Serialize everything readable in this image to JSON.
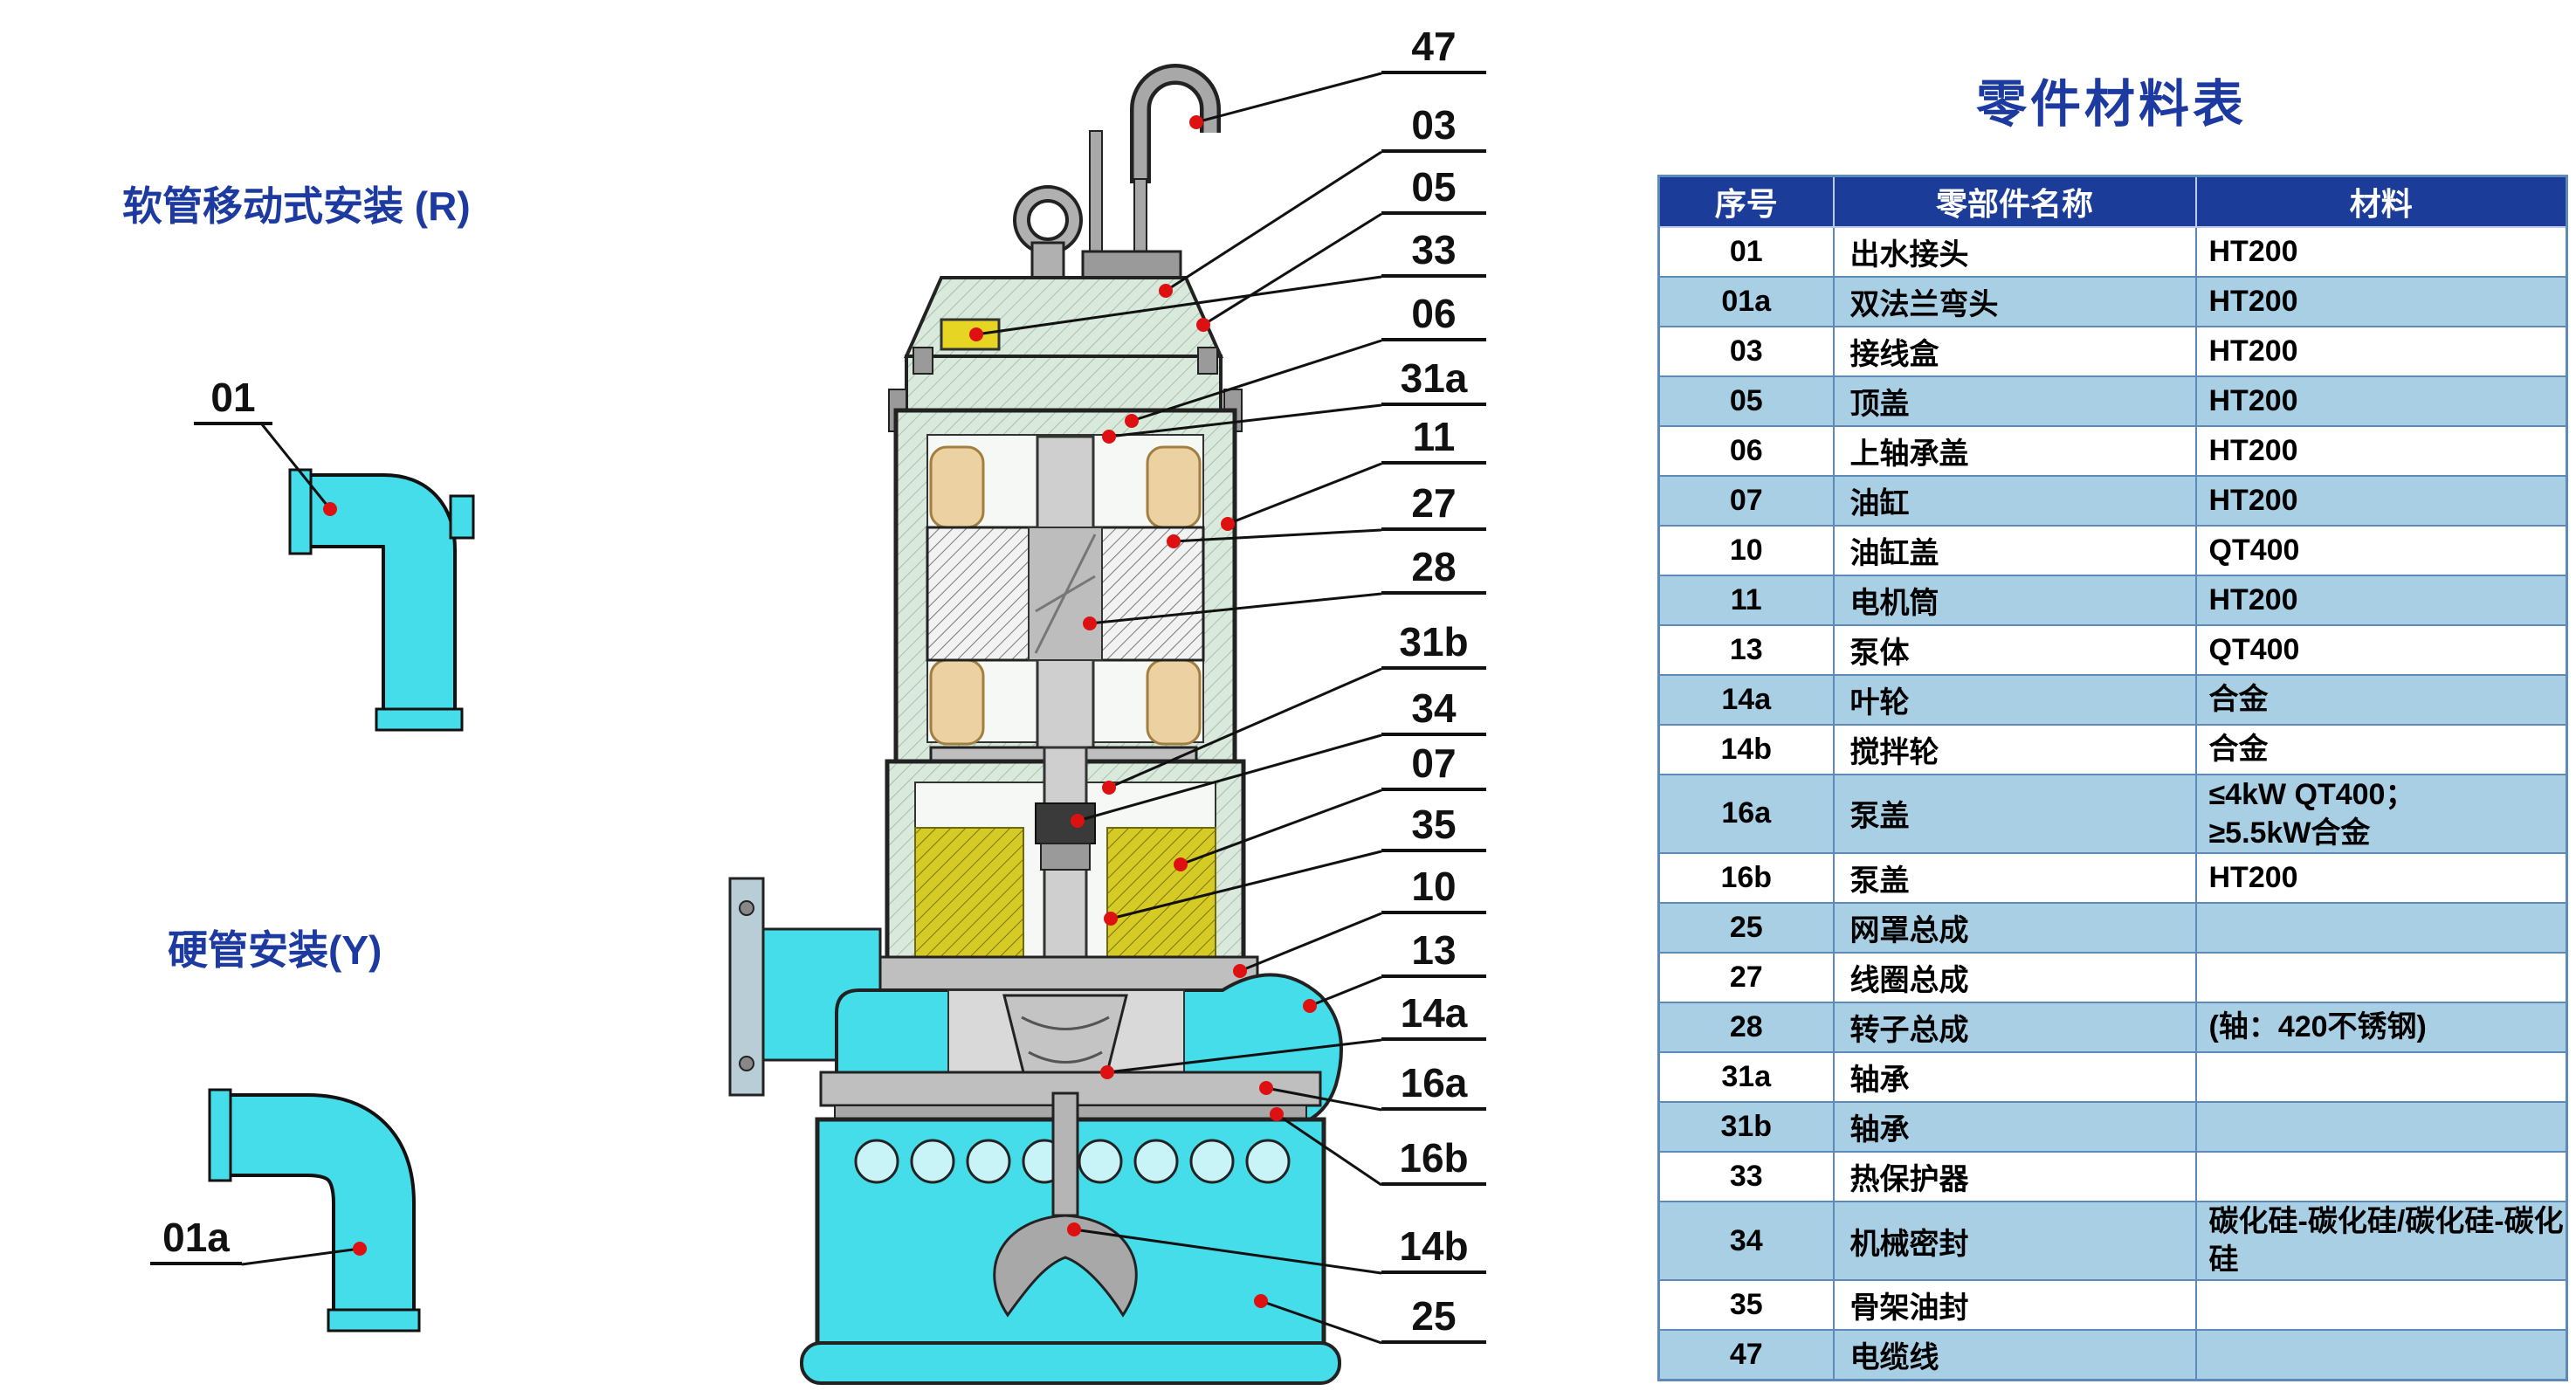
{
  "left_panel": {
    "hose_title": "软管移动式安装 (R)",
    "pipe_title": "硬管安装(Y)",
    "label_01": "01",
    "label_01a": "01a"
  },
  "callouts": [
    "47",
    "03",
    "05",
    "33",
    "06",
    "31a",
    "11",
    "27",
    "28",
    "31b",
    "34",
    "07",
    "35",
    "10",
    "13",
    "14a",
    "16a",
    "16b",
    "14b",
    "25"
  ],
  "table": {
    "title": "零件材料表",
    "headers": [
      "序号",
      "零部件名称",
      "材料"
    ],
    "rows": [
      {
        "no": "01",
        "name": "出水接头",
        "material": "HT200"
      },
      {
        "no": "01a",
        "name": "双法兰弯头",
        "material": "HT200"
      },
      {
        "no": "03",
        "name": "接线盒",
        "material": "HT200"
      },
      {
        "no": "05",
        "name": "顶盖",
        "material": "HT200"
      },
      {
        "no": "06",
        "name": "上轴承盖",
        "material": "HT200"
      },
      {
        "no": "07",
        "name": "油缸",
        "material": "HT200"
      },
      {
        "no": "10",
        "name": "油缸盖",
        "material": "QT400"
      },
      {
        "no": "11",
        "name": "电机筒",
        "material": "HT200"
      },
      {
        "no": "13",
        "name": "泵体",
        "material": "QT400"
      },
      {
        "no": "14a",
        "name": "叶轮",
        "material": "合金"
      },
      {
        "no": "14b",
        "name": "搅拌轮",
        "material": "合金"
      },
      {
        "no": "16a",
        "name": "泵盖",
        "material": "≤4kW QT400；\n≥5.5kW合金"
      },
      {
        "no": "16b",
        "name": "泵盖",
        "material": "HT200"
      },
      {
        "no": "25",
        "name": "网罩总成",
        "material": ""
      },
      {
        "no": "27",
        "name": "线圈总成",
        "material": ""
      },
      {
        "no": "28",
        "name": "转子总成",
        "material": "(轴：420不锈钢)"
      },
      {
        "no": "31a",
        "name": "轴承",
        "material": ""
      },
      {
        "no": "31b",
        "name": "轴承",
        "material": ""
      },
      {
        "no": "33",
        "name": "热保护器",
        "material": ""
      },
      {
        "no": "34",
        "name": "机械密封",
        "material": "碳化硅-碳化硅/碳化硅-碳化硅"
      },
      {
        "no": "35",
        "name": "骨架油封",
        "material": ""
      },
      {
        "no": "47",
        "name": "电缆线",
        "material": ""
      }
    ]
  },
  "colors": {
    "accent_blue": "#1c3aa0",
    "header_bg": "#1c3c99",
    "row_alt": "#a9cfe5",
    "grid_line": "#5d8ab8",
    "pump_cyan": "#45dde9",
    "oil_yellow": "#d6ca25",
    "housing_mint": "#d9e9dc",
    "winding_tan": "#ecd2a2",
    "leader_dot_red": "#dd1111"
  }
}
